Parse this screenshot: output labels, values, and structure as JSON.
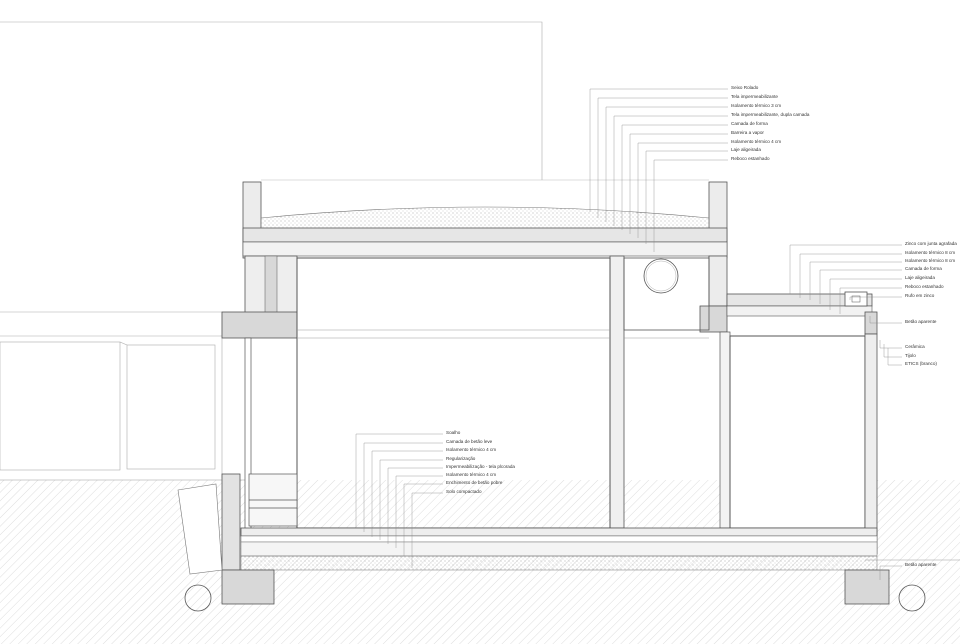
{
  "roof_labels": [
    "Seixo Rolado",
    "Tela impermeabilizante",
    "Isolamento térmico 3 cm",
    "Tela impermeabilizante, dupla camada",
    "Camada de forma",
    "Barreira a vapor",
    "Isolamento térmico 4 cm",
    "Laje aligeirada",
    "Reboco estanhado"
  ],
  "side_roof_labels": [
    "Zinco com junta agrafada",
    "Isolamento térmico 8 cm",
    "Isolamento térmico 8 cm",
    "Camada de forma",
    "Laje aligeirada",
    "Reboco estanhado",
    "Rufo em zinco"
  ],
  "wall_labels": [
    "Betão aparente",
    "Cerâmica",
    "Tijolo",
    "ETICS (branco)"
  ],
  "floor_labels": [
    "Soalho",
    "Camada de betão leve",
    "Isolamento térmico 4 cm",
    "Regularização",
    "Impermeabilização - tela plcorada",
    "Isolamento térmico 4 cm",
    "Enchimento de betão pobre",
    "Solo compactado"
  ],
  "foundation_label": "Betão aparente",
  "colors": {
    "line": "#555555",
    "fill_wall": "#e6e6e6",
    "fill_concrete": "#d8d8d8",
    "ground_hatch": "#cfcfcf"
  }
}
